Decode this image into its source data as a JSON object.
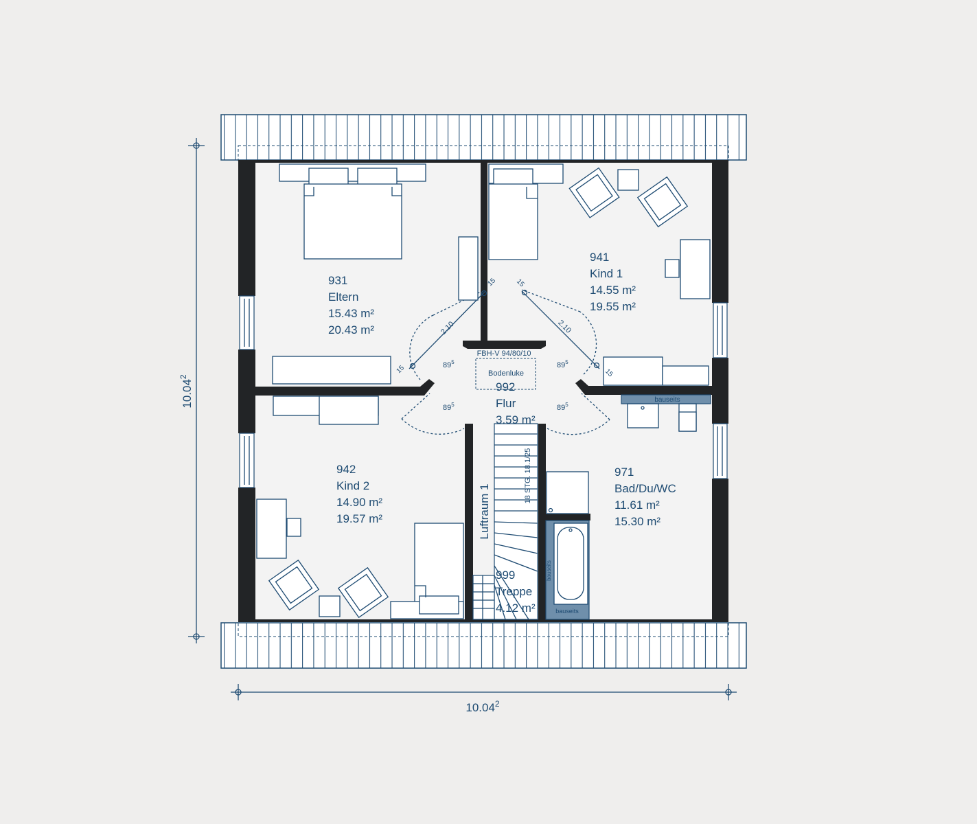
{
  "rooms": {
    "eltern": {
      "number": "931",
      "name": "Eltern",
      "area1": "15.43 m²",
      "area2": "20.43 m²"
    },
    "kind1": {
      "number": "941",
      "name": "Kind 1",
      "area1": "14.55 m²",
      "area2": "19.55 m²"
    },
    "kind2": {
      "number": "942",
      "name": "Kind 2",
      "area1": "14.90 m²",
      "area2": "19.57 m²"
    },
    "bad": {
      "number": "971",
      "name": "Bad/Du/WC",
      "area1": "11.61 m²",
      "area2": "15.30 m²"
    },
    "flur": {
      "number": "992",
      "name": "Flur",
      "area1": "3.59 m²"
    },
    "treppe": {
      "number": "999",
      "name": "Treppe",
      "area1": "4.12 m²"
    }
  },
  "labels": {
    "fbh": "FBH-V 94/80/10",
    "bodenluke": "Bodenluke",
    "luftraum": "Luftraum 1",
    "stair_spec": "18 STG. 18.1/25",
    "bauseits": "bauseits"
  },
  "door_dims": {
    "width": "89",
    "width_sup": "5",
    "height": "2.10",
    "offset": "15"
  },
  "dimensions": {
    "overall": "10.04",
    "overall_sup": "2"
  },
  "colors": {
    "line": "#1e4b72",
    "wall": "#222426",
    "bauseits_fill": "#6f8fab",
    "background": "#efeeed"
  }
}
